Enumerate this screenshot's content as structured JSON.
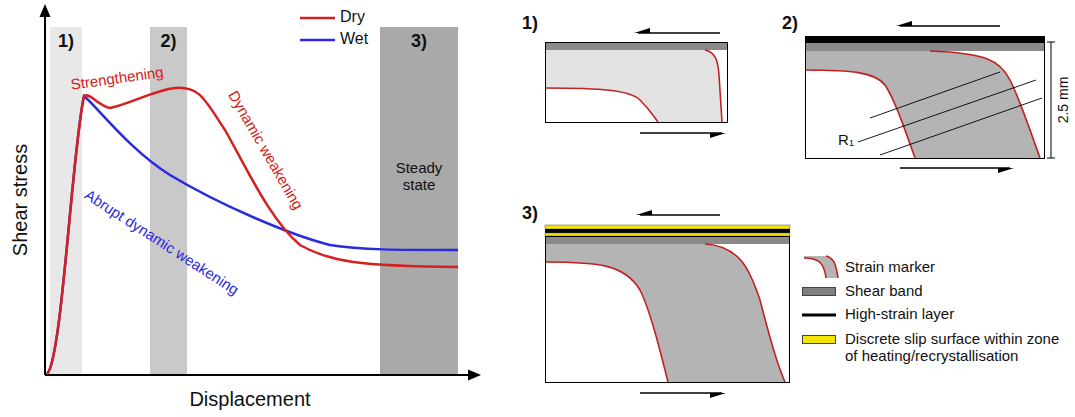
{
  "diagram": {
    "nodes": [
      {
        "text": [
          "1)"
        ]
      },
      {
        "text": [
          "2)"
        ]
      },
      {
        "text": [
          "3)",
          "Steady state"
        ]
      },
      {
        "text": [
          "1)"
        ]
      },
      {
        "text": [
          "2)"
        ]
      },
      {
        "text": [
          "3)"
        ]
      }
    ],
    "labels": [
      "Shear stress",
      "Displacement",
      "Strengthening",
      "Dynamic weakening",
      "Abrupt dynamic weakening",
      "R₁",
      "2.5 mm"
    ],
    "legend": [
      {
        "text": "Dry"
      },
      {
        "text": "Wet"
      },
      {
        "text": "Strain marker"
      },
      {
        "text": "Shear band",
        "color": "#808080"
      },
      {
        "text": "High-strain layer"
      },
      {
        "text": "Discrete slip surface within zone of heating/recrystallisation",
        "color": "#f4e600"
      }
    ]
  }
}
